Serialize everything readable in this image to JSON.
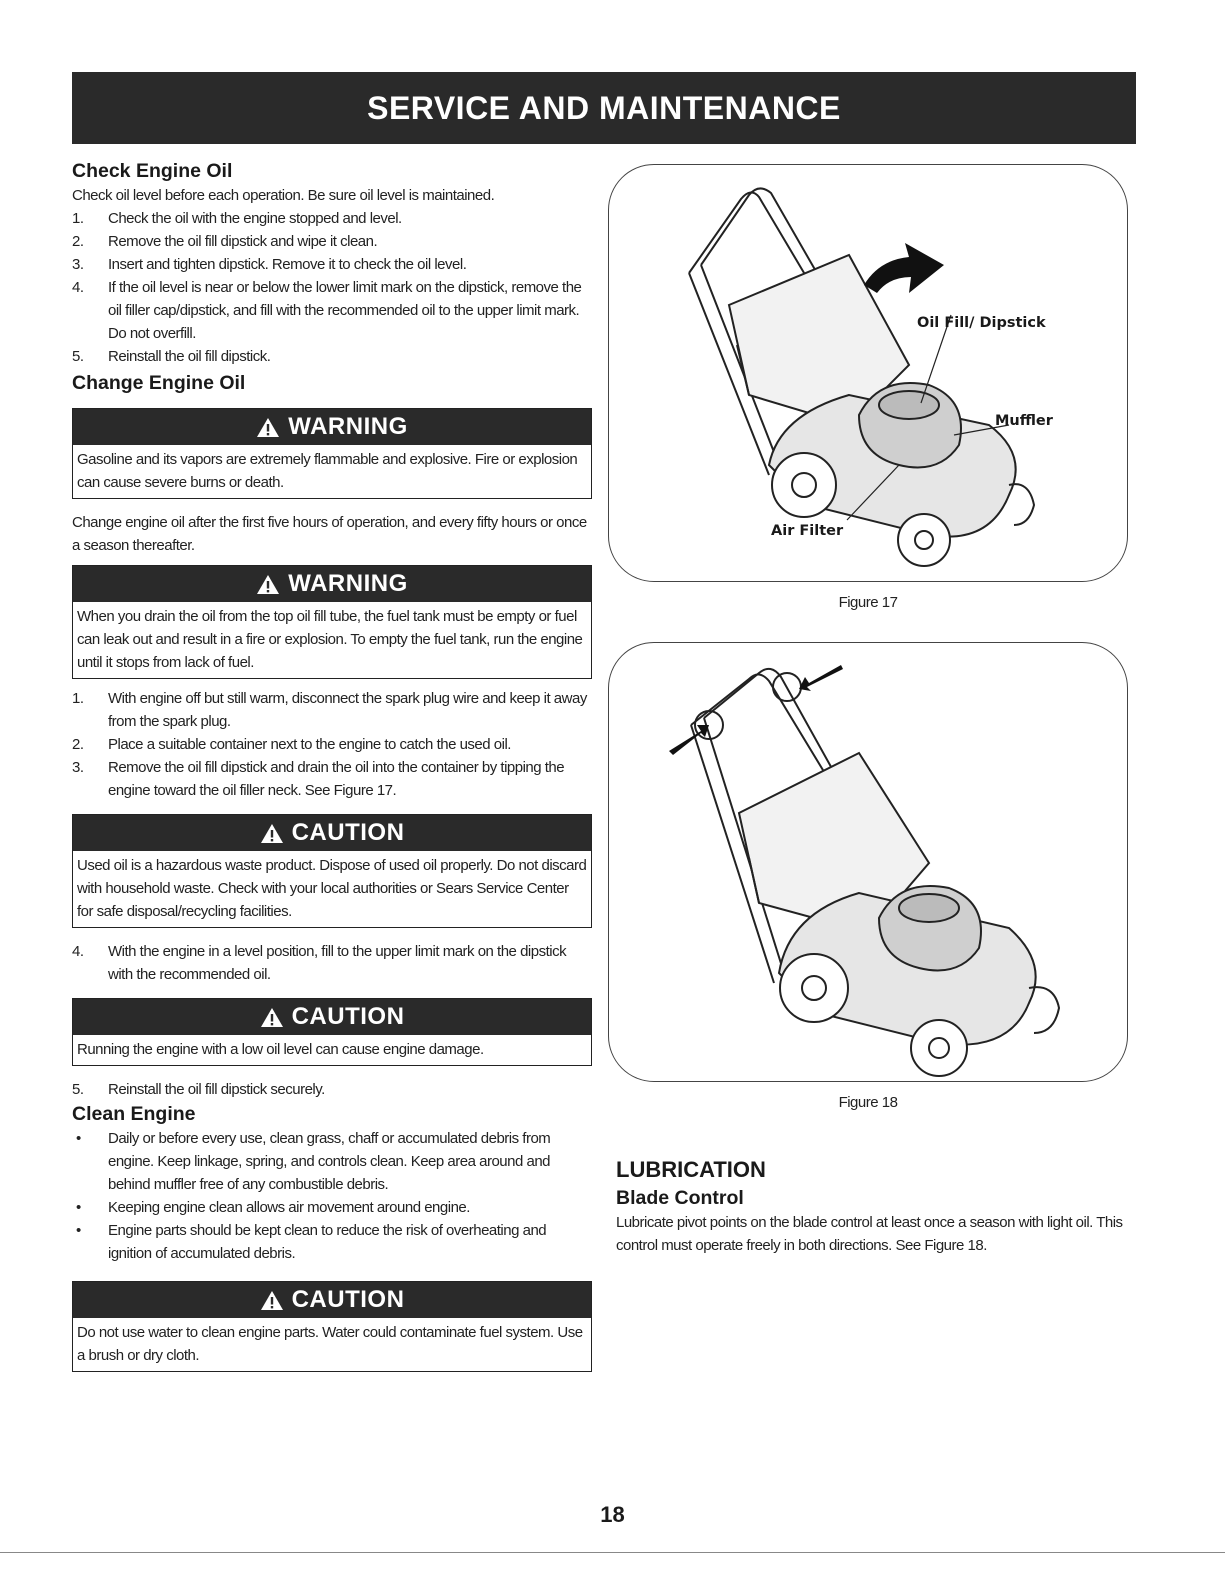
{
  "banner": "SERVICE AND MAINTENANCE",
  "left": {
    "check_oil": {
      "title": "Check Engine Oil",
      "intro": "Check oil level before each operation. Be sure oil level is maintained.",
      "steps": [
        {
          "n": "1.",
          "t": "Check the oil with the engine stopped and level."
        },
        {
          "n": "2.",
          "t": "Remove the oil fill dipstick and wipe it clean."
        },
        {
          "n": "3.",
          "t": "Insert and tighten dipstick. Remove it to check the oil level."
        },
        {
          "n": "4.",
          "t": "If the oil level is near or below the lower limit mark on the dipstick, remove the oil filler cap/dipstick, and fill with the recommended oil to the upper limit mark. Do not overfill."
        },
        {
          "n": "5.",
          "t": "Reinstall the oil fill dipstick."
        }
      ]
    },
    "change_oil": {
      "title": "Change Engine Oil",
      "warning1": {
        "head": "WARNING",
        "text": "Gasoline and its vapors are extremely flammable and explosive. Fire or explosion can cause severe burns or death."
      },
      "para": "Change engine oil after the first five hours of operation, and every fifty hours or once a season thereafter.",
      "warning2": {
        "head": "WARNING",
        "text": "When you drain the oil from the top oil fill tube, the fuel tank must be empty or fuel can leak out and result in a fire or explosion. To empty the fuel tank, run the engine until it stops from lack of fuel."
      },
      "steps": [
        {
          "n": "1.",
          "t": "With engine off but still warm, disconnect the spark plug wire and keep it away from the spark plug."
        },
        {
          "n": "2.",
          "t": "Place a suitable container next to the engine to catch the used oil."
        },
        {
          "n": "3.",
          "t": "Remove the oil fill dipstick and drain the oil into the container by tipping the engine toward the oil filler neck. See Figure 17."
        }
      ],
      "caution1": {
        "head": "CAUTION",
        "text": "Used oil is a hazardous waste product. Dispose of used oil properly. Do not discard with household waste. Check with your local authorities or Sears Service Center for safe disposal/recycling facilities."
      },
      "step4": {
        "n": "4.",
        "t": "With the engine in a level position, fill to the upper limit mark on the dipstick with the recommended oil."
      },
      "caution2": {
        "head": "CAUTION",
        "text": "Running the engine with a low oil level can cause engine damage."
      },
      "step5": {
        "n": "5.",
        "t": "Reinstall the oil fill dipstick securely."
      }
    },
    "clean_engine": {
      "title": "Clean Engine",
      "bullets": [
        "Daily or before every use, clean grass, chaff or accumulated debris from engine. Keep linkage, spring, and controls clean. Keep area around and behind muffler free of any combustible debris.",
        "Keeping engine clean allows air movement around engine.",
        "Engine parts should be kept clean to reduce the risk of overheating and ignition of accumulated debris."
      ],
      "caution3": {
        "head": "CAUTION",
        "text": "Do not use water to clean engine parts. Water could contaminate fuel system. Use a brush or dry cloth."
      }
    }
  },
  "figures": {
    "fig17": {
      "caption": "Figure 17",
      "labels": {
        "oil": "Oil Fill/ Dipstick",
        "muffler": "Muffler",
        "air": "Air Filter"
      }
    },
    "fig18": {
      "caption": "Figure 18"
    }
  },
  "lubrication": {
    "title": "LUBRICATION",
    "sub": "Blade Control",
    "text": "Lubricate pivot points on the blade control at least once a season with light oil. This control must operate freely in both directions. See Figure 18."
  },
  "page_number": "18"
}
